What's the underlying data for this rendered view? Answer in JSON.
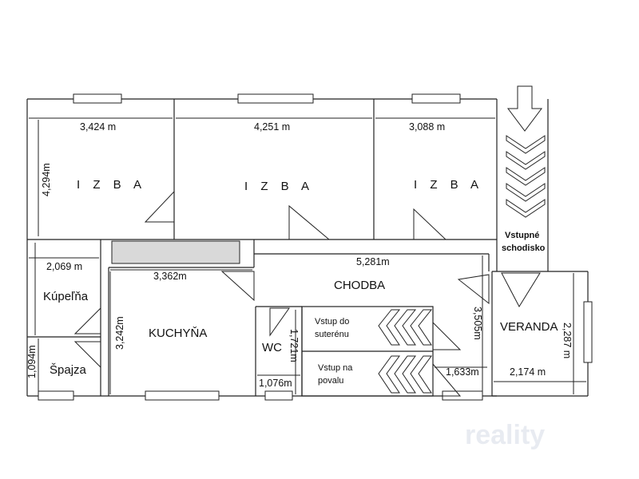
{
  "rooms": {
    "izba_1": "I Z B A",
    "izba_2": "I Z B A",
    "izba_3": "I Z B A",
    "kupelna": "Kúpeľňa",
    "spajza": "Špajza",
    "kuchyna": "KUCHYŇA",
    "chodba": "CHODBA",
    "wc": "WC",
    "veranda": "VERANDA"
  },
  "labels": {
    "vstup_suteren_1": "Vstup do",
    "vstup_suteren_2": "suterénu",
    "vstup_povala_1": "Vstup na",
    "vstup_povala_2": "povalu",
    "schodisko_1": "Vstupné",
    "schodisko_2": "schodisko"
  },
  "dimensions": {
    "izba1_width": "3,424 m",
    "izba2_width": "4,251 m",
    "izba3_width": "3,088 m",
    "izba1_height": "4,294m",
    "kupelna_width": "2,069 m",
    "kuchyna_width": "3,362m",
    "chodba_width": "5,281m",
    "kuchyna_height": "3,242m",
    "spajza_height": "1,094m",
    "wc_height": "1,721m",
    "wc_width": "1,076m",
    "chodba_height": "3,505m",
    "chodba_small": "1,633m",
    "veranda_width": "2,174 m",
    "veranda_height": "2,287 m"
  },
  "watermark": "reality"
}
